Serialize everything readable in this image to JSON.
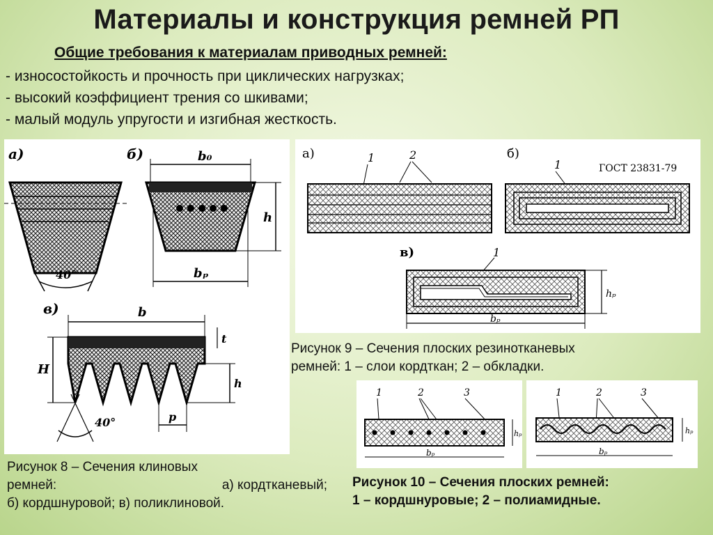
{
  "slide": {
    "title": "Материалы и конструкция ремней РП",
    "subtitle": "Общие требования к материалам приводных ремней:",
    "requirements": [
      "- износостойкость и прочность при циклических нагрузках;",
      "- высокий коэффициент трения со шкивами;",
      "- малый модуль упругости и изгибная жесткость."
    ]
  },
  "fig8": {
    "labels": {
      "a": "а)",
      "b": "б)",
      "v": "в)",
      "b0": "b₀",
      "h": "h",
      "bp": "bₚ",
      "angle": "40°",
      "b_big": "b",
      "H": "H",
      "t": "t",
      "h2": "h",
      "p": "p",
      "angle2": "40°"
    },
    "caption_line1": "Рисунок 8 – Сечения клиновых",
    "caption_line2_a": "ремней:",
    "caption_line2_b": "а) кордтканевый;",
    "caption_line3": "б) кордшнуровой; в) поликлиновой."
  },
  "fig9": {
    "labels": {
      "a": "а)",
      "b": "б)",
      "v": "в)",
      "n1": "1",
      "n2": "2",
      "n1b": "1",
      "n1c": "1",
      "gost": "ГОСТ 23831-79",
      "hp": "hₚ",
      "bp": "bₚ"
    },
    "caption_line1": "Рисунок 9 – Сечения плоских резинотканевых",
    "caption_line2": "ремней: 1 – слои кордткан;  2 – обкладки."
  },
  "fig10": {
    "labels": {
      "n1": "1",
      "n2": "2",
      "n3": "3",
      "hp": "hₚ",
      "bp": "bₚ",
      "m1": "1",
      "m2": "2",
      "m3": "3",
      "hp2": "hₚ",
      "bp2": "bₚ"
    },
    "caption_line1": "Рисунок 10 – Сечения плоских ремней:",
    "caption_line2": "1 – кордшнуровые;  2 – полиамидные."
  }
}
